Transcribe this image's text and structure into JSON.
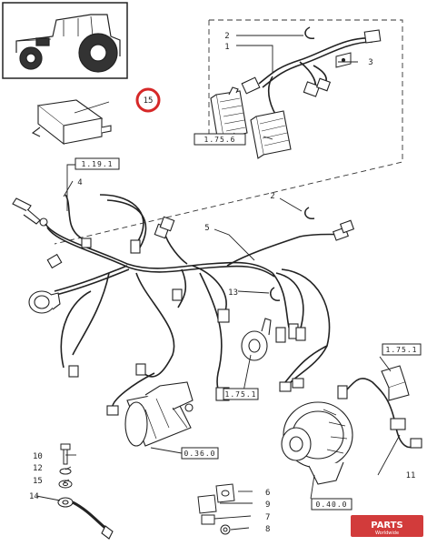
{
  "callouts": {
    "c1": "1",
    "c2a": "2",
    "c2b": "2",
    "c3": "3",
    "c4": "4",
    "c5": "5",
    "c6": "6",
    "c7": "7",
    "c8": "8",
    "c9": "9",
    "c10": "10",
    "c11": "11",
    "c12": "12",
    "c13": "13",
    "c14": "14",
    "c15a": "15",
    "c15b": "15"
  },
  "references": {
    "r1": "1.75.6",
    "r2": "1.19.1",
    "r3": "1.75.1",
    "r4": "1.75.1",
    "r5": "0.36.0",
    "r6": "0.40.0"
  },
  "highlight_color": "#d62828",
  "watermark": {
    "text": "PARTS",
    "subtext": "Worldwide",
    "color": "#d23b3b"
  }
}
